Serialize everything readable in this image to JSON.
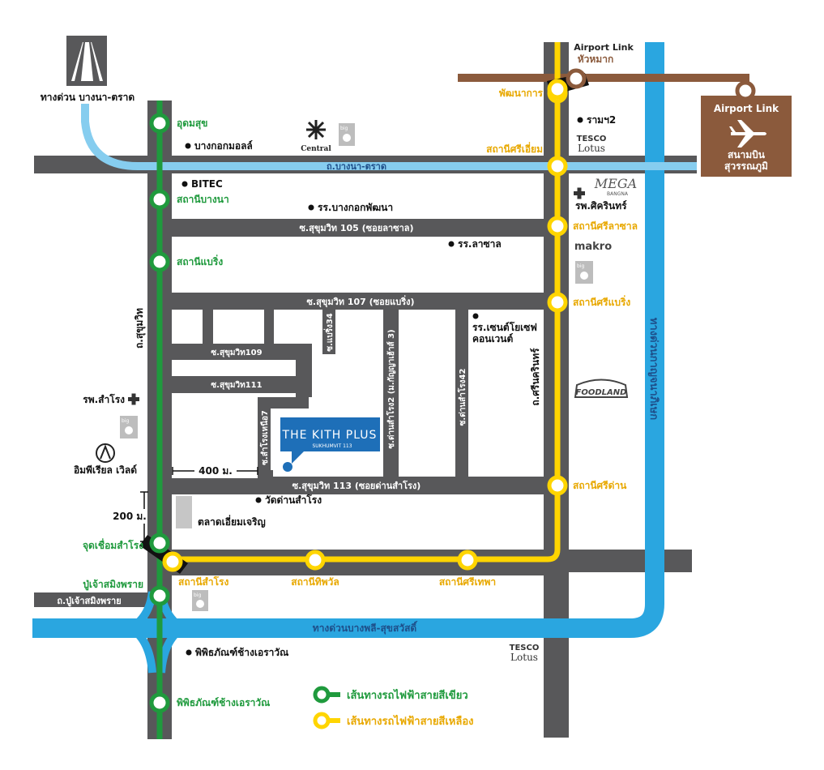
{
  "colors": {
    "road": "#58585a",
    "block_gap": "#ffffff",
    "green_line": "#1f9a3d",
    "yellow_line": "#ffd500",
    "airport_link": "#8b5a3c",
    "expressway": "#2aa6e0",
    "bangna_trad_exp": "#86cdef",
    "kith_blue": "#1e6fb8"
  },
  "roads": {
    "bangna_trad": "ถ.บางนา-ตราด",
    "soi105": "ซ.สุขุมวิท 105 (ซอยลาซาล)",
    "soi107": "ซ.สุขุมวิท 107 (ซอยแบริ่ง)",
    "soi113": "ซ.สุขุมวิท 113 (ซอยด่านสำโรง)",
    "soi109": "ซ.สุขุมวิท109",
    "soi111": "ซ.สุขุมวิท111",
    "sukhumvit": "ถ.สุขุมวิท",
    "srinakarin": "ถ.ศรีนครินทร์",
    "kanchanaphisek": "ทางด่วนกาญจนาภิเษก",
    "bangphli_exp": "ทางด่วนบางพลี-สุขสวัสดิ์",
    "pu_chao": "ถ.ปู่เจ้าสมิงพราย",
    "bangna_exp_top": "ทางด่วน บางนา-ตราด",
    "samrong7": "ซ.สำโรงเหนือ7",
    "dansamrong2": "ซ.ด่านสำโรง2 (ม.กัญญาเฮ้าส์ 3)",
    "dansamrong42": "ซ.ด่านสำโรง42",
    "baring34": "ซ.แบริ่ง34"
  },
  "green_stations": [
    "อุดมสุข",
    "สถานีบางนา",
    "สถานีแบริ่ง",
    "จุดเชื่อมสำโรง",
    "ปู่เจ้าสมิงพราย",
    "พิพิธภัณฑ์ช้างเอราวัณ"
  ],
  "yellow_stations": [
    "พัฒนาการ",
    "สถานีศรีเอี่ยม",
    "สถานีศรีลาซาล",
    "สถานีศรีแบริ่ง",
    "สถานีศรีด่าน",
    "สถานีสำโรง",
    "สถานีทิพวัล",
    "สถานีศรีเทพา"
  ],
  "airport_link": {
    "station_line1": "Airport Link",
    "station_line2": "หัวหมาก",
    "box_title": "Airport Link",
    "box_line1": "สนามบิน",
    "box_line2": "สุวรรณภูมิ"
  },
  "pois": {
    "bangkok_mall": "บางกอกมอลล์",
    "bitec": "BITEC",
    "bangkok_patana": "รร.บางกอกพัฒนา",
    "lasalle_school": "รร.ลาซาล",
    "st_joseph_1": "รร.เซนต์โยเซฟ",
    "st_joseph_2": "คอนเวนต์",
    "ramkhamhaeng2": "รามฯ2",
    "sikarin": "รพ.ศิครินทร์",
    "samrong_hosp": "รพ.สำโรง",
    "imperial": "อิมพีเรียล เวิลด์",
    "wat_dansamrong": "วัดด่านสำโรง",
    "talat": "ตลาดเอี่ยมเจริญ",
    "erawan_museum_poi": "พิพิธภัณฑ์ช้างเอราวัณ"
  },
  "brands": {
    "central": "Central",
    "tesco_1": "TESCO",
    "tesco_2": "Lotus",
    "mega": "MEGA",
    "mega_sub": "BANGNA",
    "makro": "makro",
    "foodland": "FOODLAND",
    "big": "big"
  },
  "kith": {
    "logo": "THE KITH PLUS",
    "sub": "SUKHUMVIT 113"
  },
  "distances": {
    "d400": "400 ม.",
    "d200": "200 ม."
  },
  "legend": {
    "green": "เส้นทางรถไฟฟ้าสายสีเขียว",
    "yellow": "เส้นทางรถไฟฟ้าสายสีเหลือง"
  }
}
